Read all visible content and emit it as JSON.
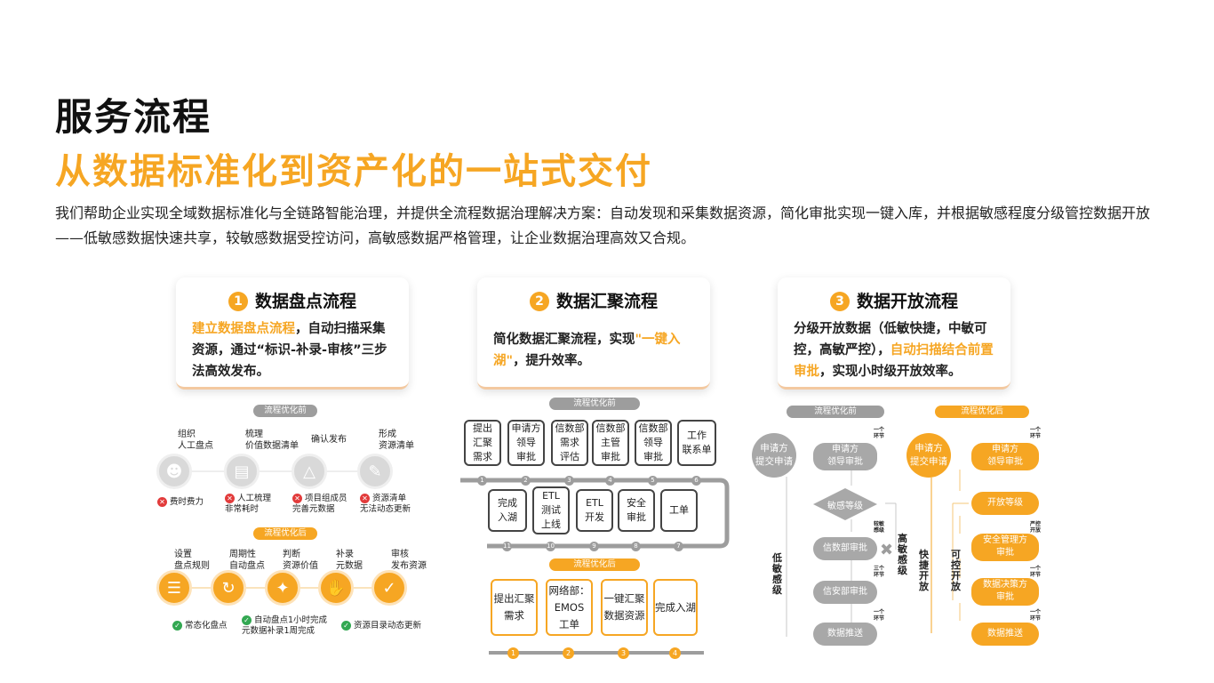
{
  "title": "服务流程",
  "subtitle": "从数据标准化到资产化的一站式交付",
  "intro": "我们帮助企业实现全域数据标准化与全链路智能治理，并提供全流程数据治理解决方案：自动发现和采集数据资源，简化审批实现一键入库，并根据敏感程度分级管控数据开放——低敏感数据快速共享，较敏感数据受控访问，高敏感数据严格管理，让企业数据治理高效又合规。",
  "colors": {
    "accent": "#f6a623",
    "gray": "#9d9d9d"
  },
  "cards": [
    {
      "num": "1",
      "title": "数据盘点流程",
      "hl": "建立数据盘点流程",
      "text": "，自动扫描采集资源，通过“标识-补录-审核”三步法高效发布。"
    },
    {
      "num": "2",
      "title": "数据汇聚流程",
      "pre": "简化数据汇聚流程，实现",
      "hl": "\"一键入湖\"",
      "text": "，提升效率。"
    },
    {
      "num": "3",
      "title": "数据开放流程",
      "pre": "分级开放数据（低敏快捷，中敏可控，高敏严控），",
      "hl": "自动扫描结合前置审批",
      "text": "，实现小时级开放效率。"
    }
  ],
  "p1": {
    "before_label": "流程优化前",
    "after_label": "流程优化后",
    "before_steps": [
      {
        "label": "组织\n人工盘点",
        "icon": "people-icon"
      },
      {
        "label": "梳理\n价值数据清单",
        "icon": "chart-icon"
      },
      {
        "label": "确认发布",
        "icon": "bell-icon"
      },
      {
        "label": "形成\n资源清单",
        "icon": "document-icon"
      }
    ],
    "before_issues": [
      "费时费力",
      "人工梳理\n非常耗时",
      "项目组成员\n完善元数据",
      "资源清单\n无法动态更新"
    ],
    "after_steps": [
      {
        "label": "设置\n盘点规则",
        "icon": "rules-icon"
      },
      {
        "label": "周期性\n自动盘点",
        "icon": "cycle-icon"
      },
      {
        "label": "判断\n资源价值",
        "icon": "network-icon"
      },
      {
        "label": "补录\n元数据",
        "icon": "hand-icon"
      },
      {
        "label": "审核\n发布资源",
        "icon": "review-icon"
      }
    ],
    "after_benefits": [
      "常态化盘点",
      "自动盘点1小时完成\n元数据补录1周完成",
      "资源目录动态更新"
    ]
  },
  "p2": {
    "before_label": "流程优化前",
    "after_label": "流程优化后",
    "before_top": [
      "提出\n汇聚\n需求",
      "申请方\n领导\n审批",
      "信数部\n需求\n评估",
      "信数部\n主管\n审批",
      "信数部\n领导\n审批",
      "工作\n联系单"
    ],
    "before_bottom": [
      "完成\n入湖",
      "ETL\n测试\n上线",
      "ETL\n开发",
      "安全\n审批",
      "工单"
    ],
    "top_nums": [
      "1",
      "2",
      "3",
      "4",
      "5",
      "6"
    ],
    "bottom_nums": [
      "11",
      "10",
      "9",
      "8",
      "7"
    ],
    "after_steps": [
      "提出汇聚\n需求",
      "网络部：\nEMOS\n工单",
      "一键汇聚\n数据资源",
      "完成入湖"
    ],
    "after_nums": [
      "1",
      "2",
      "3",
      "4"
    ]
  },
  "p3": {
    "before_label": "流程优化前",
    "after_label": "流程优化后",
    "before_start": "申请方\n提交申请",
    "before_nodes": [
      "申请方\n领导审批",
      "敏感等级",
      "信数部审批",
      "信安部审批",
      "数据推送"
    ],
    "low_label": "低敏感级",
    "high_label": "高敏感级",
    "mid_label": "较敏感级",
    "one_step": "一个环节",
    "three_step": "三个环节",
    "after_start": "申请方\n提交申请",
    "after_nodes": [
      "申请方\n领导审批",
      "开放等级",
      "安全管理方\n审批",
      "数据决策方\n审批",
      "数据推送"
    ],
    "fast_label": "快捷开放",
    "controlled_label": "可控开放",
    "strict_label": "严控开放"
  }
}
